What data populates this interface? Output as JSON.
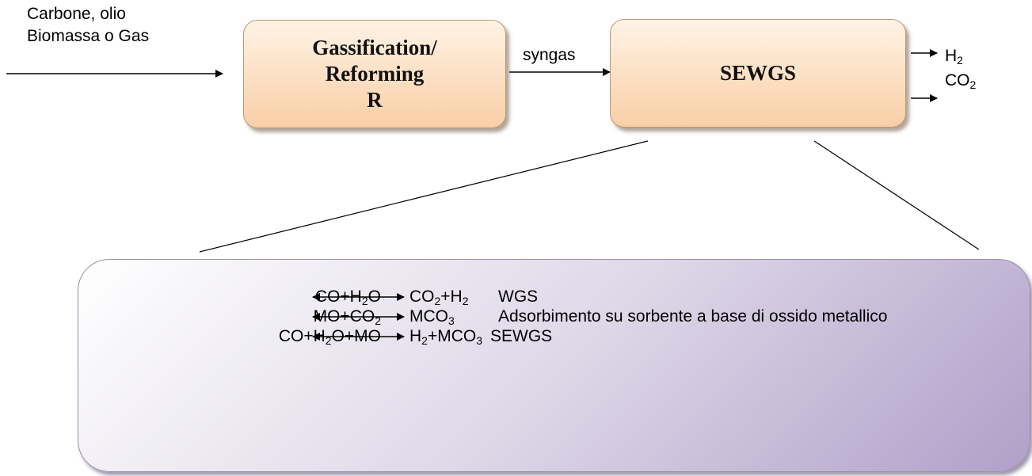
{
  "input": {
    "line1": "Carbone, olio",
    "line2": "Biomassa o Gas"
  },
  "gasification_box": {
    "line1": "Gassification/",
    "line2": "Reforming",
    "line3": "R"
  },
  "flow": {
    "syngas_label": "syngas"
  },
  "sewgs_box": {
    "label": "SEWGS"
  },
  "outputs": [
    {
      "main": "H",
      "sub": "2",
      "tail": ""
    },
    {
      "main": "CO",
      "sub": "2",
      "tail": ""
    }
  ],
  "reactions": [
    {
      "left": [
        {
          "t": "CO+H"
        },
        {
          "t": "2",
          "sub": true
        },
        {
          "t": "O"
        }
      ],
      "right": [
        {
          "t": "CO"
        },
        {
          "t": "2",
          "sub": true
        },
        {
          "t": "+H"
        },
        {
          "t": "2",
          "sub": true
        }
      ],
      "desc": "WGS"
    },
    {
      "left": [
        {
          "t": "MO+CO"
        },
        {
          "t": "2",
          "sub": true
        }
      ],
      "right": [
        {
          "t": "MCO"
        },
        {
          "t": "3",
          "sub": true
        }
      ],
      "desc": "Adsorbimento su sorbente a base di ossido metallico"
    },
    {
      "left": [
        {
          "t": "CO+H"
        },
        {
          "t": "2",
          "sub": true
        },
        {
          "t": "O+MO"
        }
      ],
      "right": [
        {
          "t": "H"
        },
        {
          "t": "2",
          "sub": true
        },
        {
          "t": "+MCO"
        },
        {
          "t": "3",
          "sub": true
        }
      ],
      "desc": "SEWGS"
    }
  ],
  "colors": {
    "top_box_fill": "#fcdfc2",
    "top_box_border": "#b99872",
    "reaction_box_fill": "#ded8e8",
    "line": "#000000"
  }
}
